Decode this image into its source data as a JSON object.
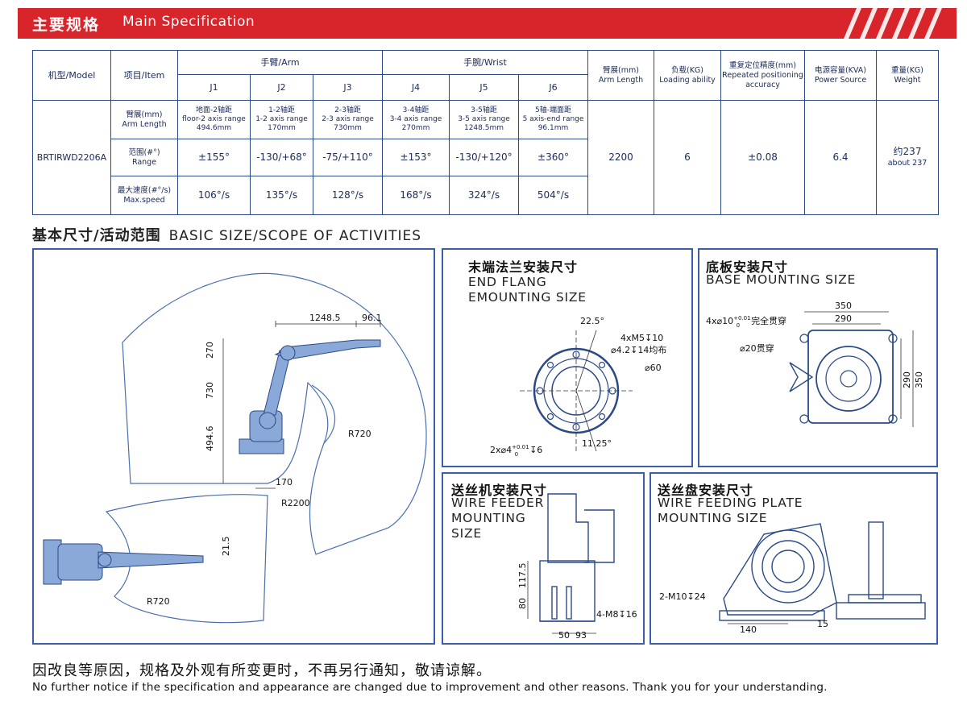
{
  "header": {
    "title_zh": "主要规格",
    "title_en": "Main Specification",
    "accent": "#d8242b"
  },
  "spec": {
    "model_h": "机型/Model",
    "item_h": "项目/Item",
    "arm_h": "手臂/Arm",
    "wrist_h": "手腕/Wrist",
    "joints": [
      "J1",
      "J2",
      "J3",
      "J4",
      "J5",
      "J6"
    ],
    "reach_h1": "臂展(mm)",
    "reach_h2": "Arm Length",
    "load_h1": "负载(KG)",
    "load_h2": "Loading ability",
    "rep_h1": "重复定位精度(mm)",
    "rep_h2": "Repeated positioning",
    "rep_h3": "accuracy",
    "power_h1": "电源容量(KVA)",
    "power_h2": "Power Source",
    "weight_h1": "重量(KG)",
    "weight_h2": "Weight",
    "model": "BRTIRWD2206A",
    "row1_zh": "臂展(mm)",
    "row1_en": "Arm Length",
    "row2_zh": "范围(#°)",
    "row2_en": "Range",
    "row3_zh": "最大速度(#°/s)",
    "row3_en": "Max.speed",
    "arm_length": [
      [
        "地面-2轴距",
        "floor-2 axis range",
        "494.6mm"
      ],
      [
        "1-2轴距",
        "1-2 axis range",
        "170mm"
      ],
      [
        "2-3轴距",
        "2-3 axis range",
        "730mm"
      ],
      [
        "3-4轴距",
        "3-4 axis range",
        "270mm"
      ],
      [
        "3-5轴距",
        "3-5 axis range",
        "1248.5mm"
      ],
      [
        "5轴-端面距",
        "5 axis-end range",
        "96.1mm"
      ]
    ],
    "range": [
      "±155°",
      "-130/+68°",
      "-75/+110°",
      "±153°",
      "-130/+120°",
      "±360°"
    ],
    "speed": [
      "106°/s",
      "135°/s",
      "128°/s",
      "168°/s",
      "324°/s",
      "504°/s"
    ],
    "reach": "2200",
    "load": "6",
    "repeat": "±0.08",
    "power": "6.4",
    "weight_zh": "约237",
    "weight_en": "about 237"
  },
  "section": {
    "title_zh": "基本尺寸/活动范围",
    "title_en": "BASIC SIZE/SCOPE OF ACTIVITIES"
  },
  "scope": {
    "d_12485": "1248.5",
    "d_961": "96.1",
    "d_270": "270",
    "d_730": "730",
    "d_4946": "494.6",
    "d_r720a": "R720",
    "d_170": "170",
    "d_r2200": "R2200",
    "d_215": "21.5",
    "d_r720b": "R720"
  },
  "flange": {
    "title_zh": "末端法兰安装尺寸",
    "title_en1": "END FLANG",
    "title_en2": "EMOUNTING SIZE",
    "a1": "22.5°",
    "a2": "4xM5↧10",
    "a3": "⌀4.2↧14均布",
    "a4": "⌀60",
    "a5_pre": "2x⌀4",
    "a5_tol_up": "+0.01",
    "a5_tol_dn": "0",
    "a5_post": "↧6",
    "a6": "11.25°"
  },
  "base": {
    "title_zh": "底板安装尺寸",
    "title_en": "BASE MOUNTING SIZE",
    "b1": "350",
    "b2": "290",
    "b3_pre": "4x⌀10",
    "b3_tol_up": "+0.01",
    "b3_tol_dn": "0",
    "b3_post": "完全贯穿",
    "b4": "⌀20贯穿",
    "b5": "290",
    "b6": "350"
  },
  "feeder": {
    "title_zh": "送丝机安装尺寸",
    "title_en1": "WIRE FEEDER",
    "title_en2": "MOUNTING",
    "title_en3": "SIZE",
    "c1": "117.5",
    "c2": "80",
    "c3": "4-M8↧16",
    "c4": "50",
    "c5": "93"
  },
  "plate": {
    "title_zh": "送丝盘安装尺寸",
    "title_en1": "WIRE FEEDING PLATE",
    "title_en2": "MOUNTING SIZE",
    "d1": "2-M10↧24",
    "d2": "140",
    "d3": "15"
  },
  "notice": {
    "zh": "因改良等原因，规格及外观有所变更时，不再另行通知，敬请谅解。",
    "en": "No further notice if the specification and appearance are changed due to improvement and other reasons. Thank you for your understanding."
  }
}
